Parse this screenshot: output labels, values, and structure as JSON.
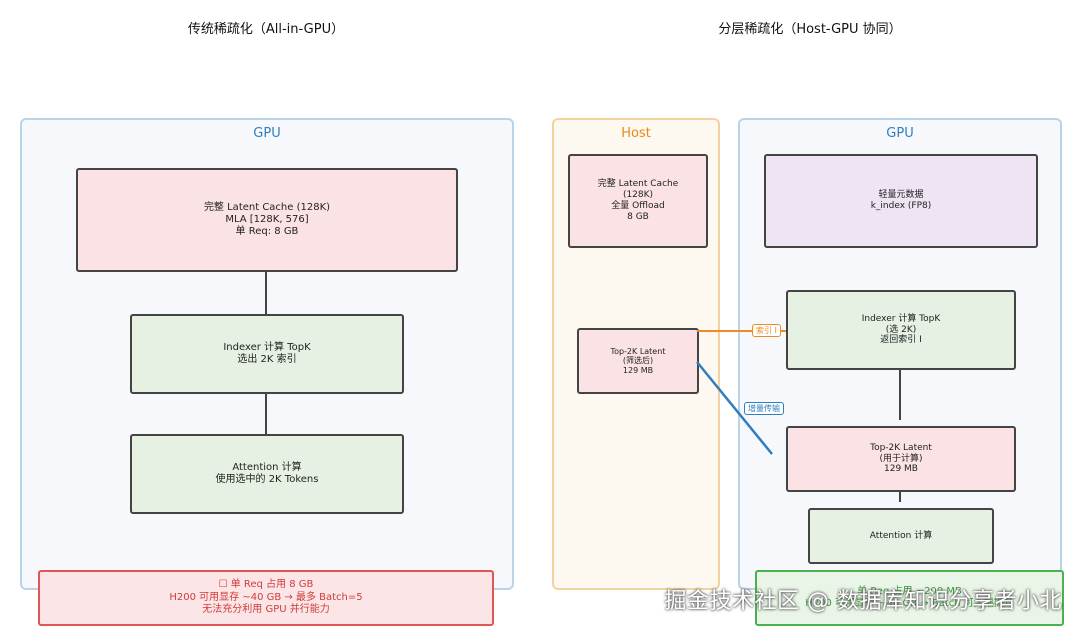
{
  "left_title": "传统稀疏化（All-in-GPU）",
  "right_title": "分层稀疏化（Host-GPU 协同）",
  "left": {
    "gpu_label": "GPU",
    "cache": [
      "完整 Latent Cache (128K)",
      "MLA [128K, 576]",
      "单 Req: 8 GB"
    ],
    "indexer": [
      "Indexer 计算 TopK",
      "选出 2K 索引"
    ],
    "attention": [
      "Attention 计算",
      "使用选中的 2K Tokens"
    ],
    "note": [
      "☐ 单 Req 占用 8 GB",
      "H200 可用显存 ~40 GB → 最多 Batch=5",
      "无法充分利用 GPU 并行能力"
    ]
  },
  "right": {
    "host_label": "Host",
    "host_cache": [
      "完整 Latent Cache",
      "(128K)",
      "全量 Offload",
      "8 GB"
    ],
    "host_topk": [
      "Top-2K Latent",
      "(筛选后)",
      "129 MB"
    ],
    "gpu_label": "GPU",
    "meta": [
      "轻量元数据",
      "k_index (FP8)"
    ],
    "indexer": [
      "Indexer 计算 TopK",
      "(选 2K)",
      "返回索引 I"
    ],
    "gpu_topk": [
      "Top-2K Latent",
      "(用于计算)",
      "129 MB"
    ],
    "attention": [
      "Attention 计算"
    ],
    "tag_index": "索引 I",
    "tag_transfer": "增量传输",
    "note": [
      "单 Req 占用 ~200 MB",
      "H200 可用显存 ~40 GB → Batch 可大幅提升"
    ]
  },
  "watermark": "掘金技术社区 @ 数据库知识分享者小北",
  "colors": {
    "gpu_border": "#b9d3ea",
    "host_border": "#f3d2a0",
    "gpu_title": "#2f7fc0",
    "host_title": "#e58a1a",
    "note_red": "#e25555",
    "note_green": "#4caf50",
    "arrow_orange": "#f08a24",
    "arrow_blue": "#2f7fc0"
  }
}
